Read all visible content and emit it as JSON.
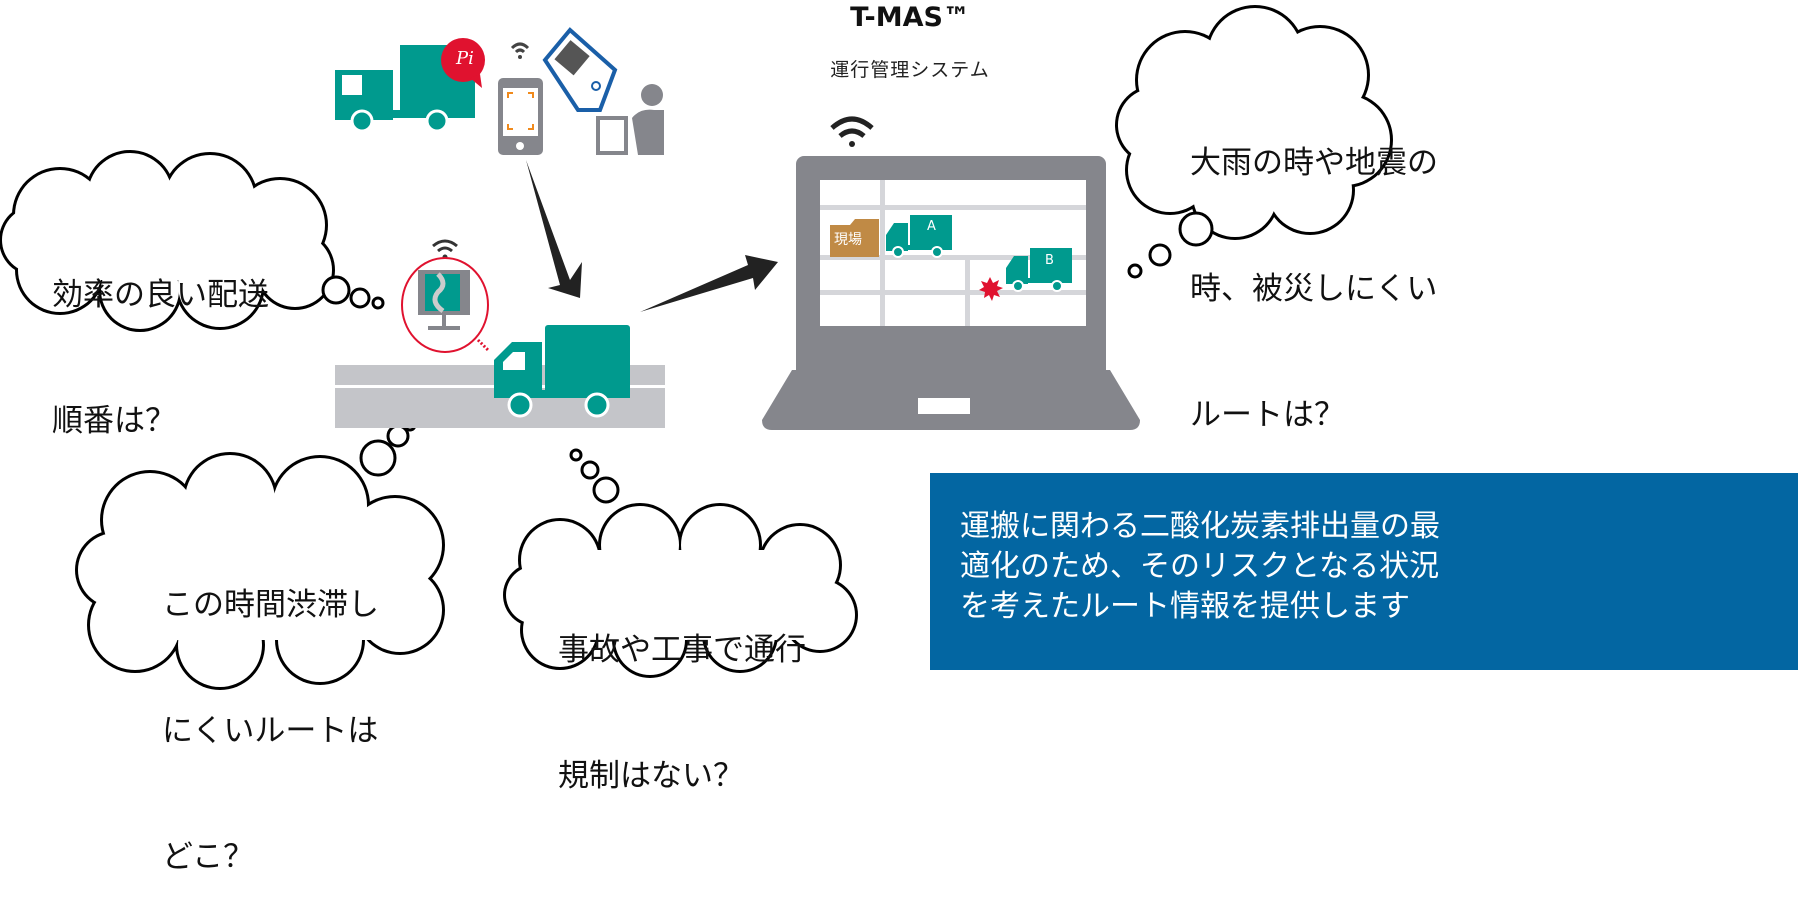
{
  "header": {
    "title": "T-MAS™",
    "subtitle": "運行管理システム"
  },
  "clouds": {
    "efficiency": [
      "効率の良い配送",
      "順番は？"
    ],
    "disaster": [
      "大雨の時や地震の",
      "時、被災しにくい",
      "ルートは？"
    ],
    "congestion": [
      "この時間渋滞し",
      "にくいルートは",
      "どこ？"
    ],
    "restriction": [
      "事故や工事で通行",
      "規制はない？"
    ]
  },
  "map": {
    "site_label": "現場",
    "truck_a": "A",
    "truck_b": "B"
  },
  "badge": "Pi",
  "summary": [
    "運搬に関わる二酸化炭素排出量の最",
    "適化のため、そのリスクとなる状況",
    "を考えたルート情報を提供します"
  ],
  "colors": {
    "teal": "#009a8e",
    "gray": "#85868c",
    "blue": "#0366a2",
    "red": "#e0122f",
    "orange": "#c08a45"
  }
}
